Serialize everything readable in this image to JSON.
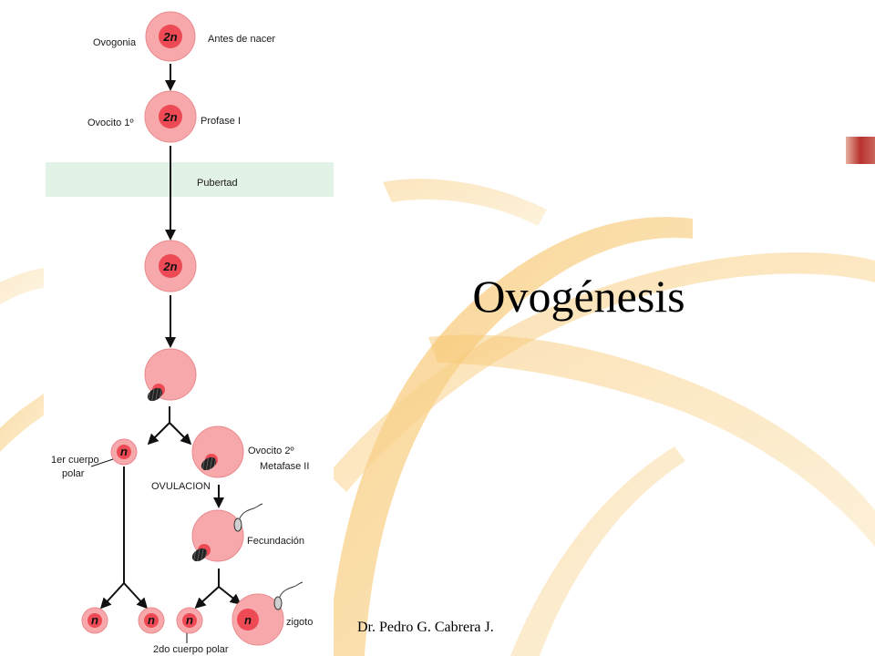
{
  "slide": {
    "title": "Ovogénesis",
    "footer": "Dr. Pedro G. Cabrera J."
  },
  "diagram": {
    "labels": {
      "ovogonia": "Ovogonia",
      "antes_de_nacer": "Antes de nacer",
      "ovocito1": "Ovocito 1º",
      "profase1": "Profase I",
      "pubertad": "Pubertad",
      "primer_cuerpo_polar_1": "1er cuerpo",
      "primer_cuerpo_polar_2": "polar",
      "ovocito2": "Ovocito 2º",
      "metafase2": "Metafase II",
      "ovulacion": "OVULACION",
      "fecundacion": "Fecundación",
      "zigoto": "zigoto",
      "segundo_cuerpo_polar": "2do cuerpo polar"
    },
    "ploidy": {
      "diploid": "2n",
      "haploid": "n"
    }
  },
  "colors": {
    "cell_outer": "#f7a8aa",
    "cell_nucleus": "#ee4a55",
    "pubertad_band": "#e2f2e6",
    "ribbon": "#f7c978",
    "accent": "#b8322e"
  }
}
